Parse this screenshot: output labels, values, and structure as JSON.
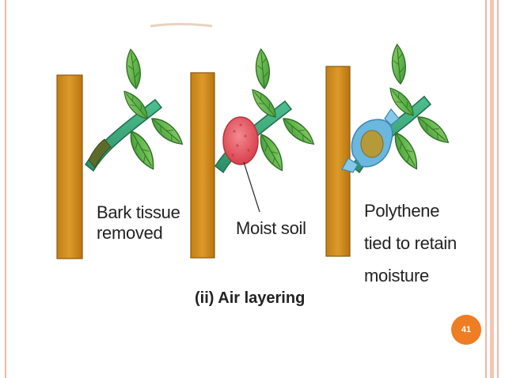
{
  "diagram": {
    "panels": [
      {
        "label_lines": [
          "Bark tissue",
          "removed"
        ]
      },
      {
        "label_lines": [
          "Moist soil"
        ]
      },
      {
        "label_lines": [
          "Polythene",
          "tied to retain",
          "moisture"
        ]
      }
    ],
    "caption": "(ii) Air layering"
  },
  "slide": {
    "page_number": "41",
    "accent_color": "#ee7d24",
    "border_color": "#f0b9a8"
  },
  "colors": {
    "stem": "#d18c1e",
    "branch": "#3aa87c",
    "leaf": "#5cb548",
    "soil_ball": "#e85a63",
    "polythene": "#6bb7de"
  }
}
